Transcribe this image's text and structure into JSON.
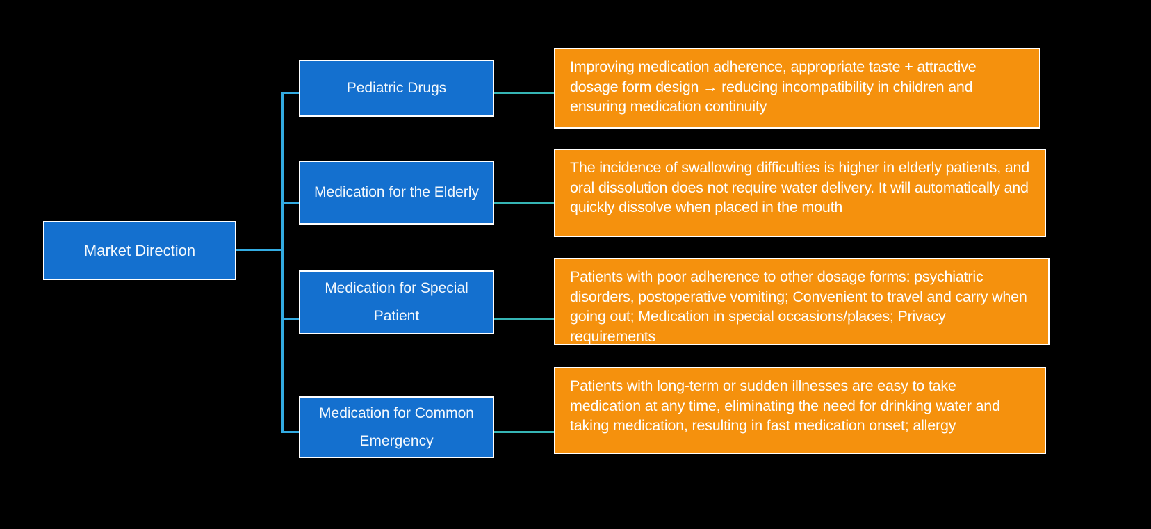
{
  "colors": {
    "background": "#000000",
    "node_fill": "#1470CF",
    "node_border": "#FFFFFF",
    "desc_fill": "#F5910D",
    "desc_border": "#FFFFFF",
    "tree_line": "#33ABE1",
    "link_line": "#35B4B4",
    "node_text": "#F4F9FD",
    "desc_text": "#FFFFFF"
  },
  "root": {
    "label": "Market Direction"
  },
  "branches": [
    {
      "label": "Pediatric Drugs",
      "desc": "Improving medication adherence, appropriate taste + attractive dosage form design → reducing incompatibility in children and ensuring medication continuity"
    },
    {
      "label": "Medication for the Elderly",
      "desc": "The incidence of swallowing difficulties is higher in elderly patients, and oral dissolution does not require water delivery. It will automatically and quickly dissolve when placed in the mouth"
    },
    {
      "label": "Medication for Special Patient",
      "desc": "Patients with poor adherence to other dosage forms: psychiatric disorders, postoperative vomiting; Convenient to travel and carry when going out; Medication in special occasions/places; Privacy requirements"
    },
    {
      "label": "Medication for Common Emergency",
      "desc": "Patients with long-term or sudden illnesses are easy to take medication at any time, eliminating the need for drinking water and taking medication, resulting in fast medication onset; allergy"
    }
  ]
}
